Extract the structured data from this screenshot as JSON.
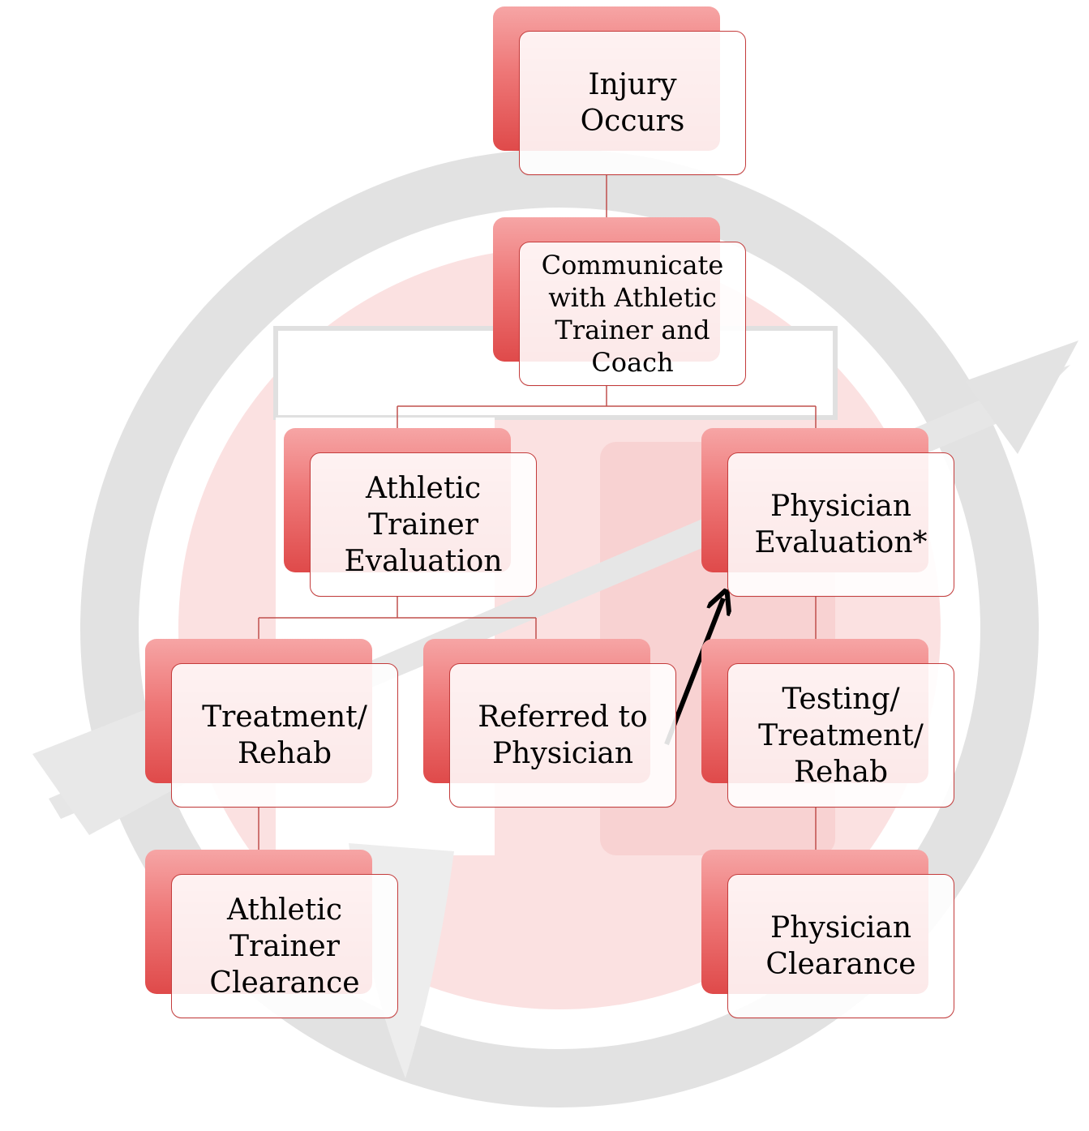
{
  "diagram": {
    "title": "",
    "nodes": [
      {
        "id": "injury",
        "label": "Injury\nOccurs"
      },
      {
        "id": "communicate",
        "label": "Communicate\nwith Athletic\nTrainer and\nCoach"
      },
      {
        "id": "at-eval",
        "label": "Athletic\nTrainer\nEvaluation"
      },
      {
        "id": "phys-eval",
        "label": "Physician\nEvaluation*"
      },
      {
        "id": "treatment",
        "label": "Treatment/\nRehab"
      },
      {
        "id": "referred",
        "label": "Referred to\nPhysician"
      },
      {
        "id": "testing",
        "label": "Testing/\nTreatment/\nRehab"
      },
      {
        "id": "at-clearance",
        "label": "Athletic\nTrainer\nClearance"
      },
      {
        "id": "phys-clearance",
        "label": "Physician\nClearance"
      }
    ],
    "edges": [
      {
        "from": "injury",
        "to": "communicate"
      },
      {
        "from": "communicate",
        "to": "at-eval"
      },
      {
        "from": "communicate",
        "to": "phys-eval"
      },
      {
        "from": "at-eval",
        "to": "treatment"
      },
      {
        "from": "at-eval",
        "to": "referred"
      },
      {
        "from": "treatment",
        "to": "at-clearance"
      },
      {
        "from": "phys-eval",
        "to": "testing"
      },
      {
        "from": "testing",
        "to": "phys-clearance"
      },
      {
        "from": "referred",
        "to": "phys-eval",
        "style": "arrow"
      }
    ]
  },
  "colors": {
    "box_gradient_top": "#f6a5a5",
    "box_gradient_bottom": "#df4a4a",
    "box_border": "#c43c3c",
    "connector": "#c0504d",
    "arrow": "#000000",
    "watermark_gray": "#dddddd",
    "watermark_red": "#f7d3d3"
  }
}
